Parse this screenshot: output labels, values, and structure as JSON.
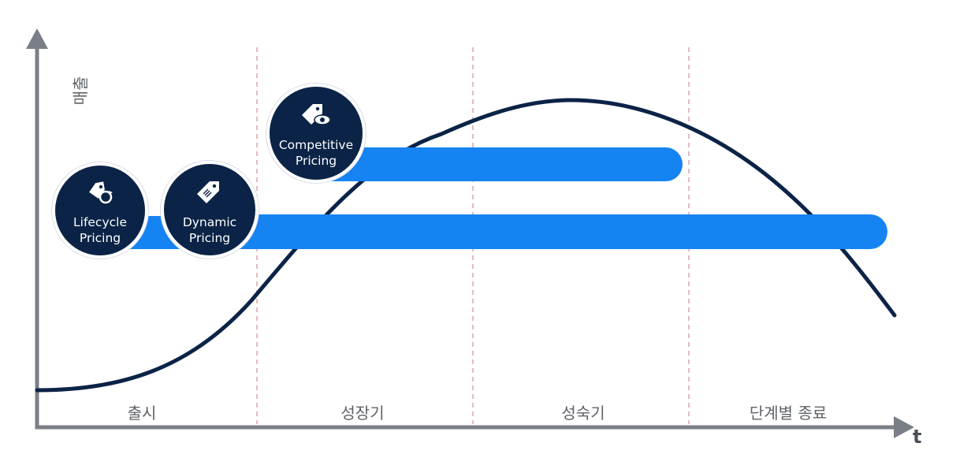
{
  "y_axis_label": "매출",
  "x_axis_label": "t",
  "phases": [
    "출시",
    "성장기",
    "성숙기",
    "단계별 종료"
  ],
  "strategies": {
    "lifecycle": {
      "line1": "Lifecycle",
      "line2": "Pricing",
      "icon": "tag-refresh-icon"
    },
    "dynamic": {
      "line1": "Dynamic",
      "line2": "Pricing",
      "icon": "tag-barcode-icon"
    },
    "competitive": {
      "line1": "Competitive",
      "line2": "Pricing",
      "icon": "tag-eye-icon"
    }
  },
  "colors": {
    "navy": "#0b2346",
    "bar_blue": "#1683f2",
    "axis_gray": "#7a7f87",
    "divider": "#d6a9a9"
  }
}
